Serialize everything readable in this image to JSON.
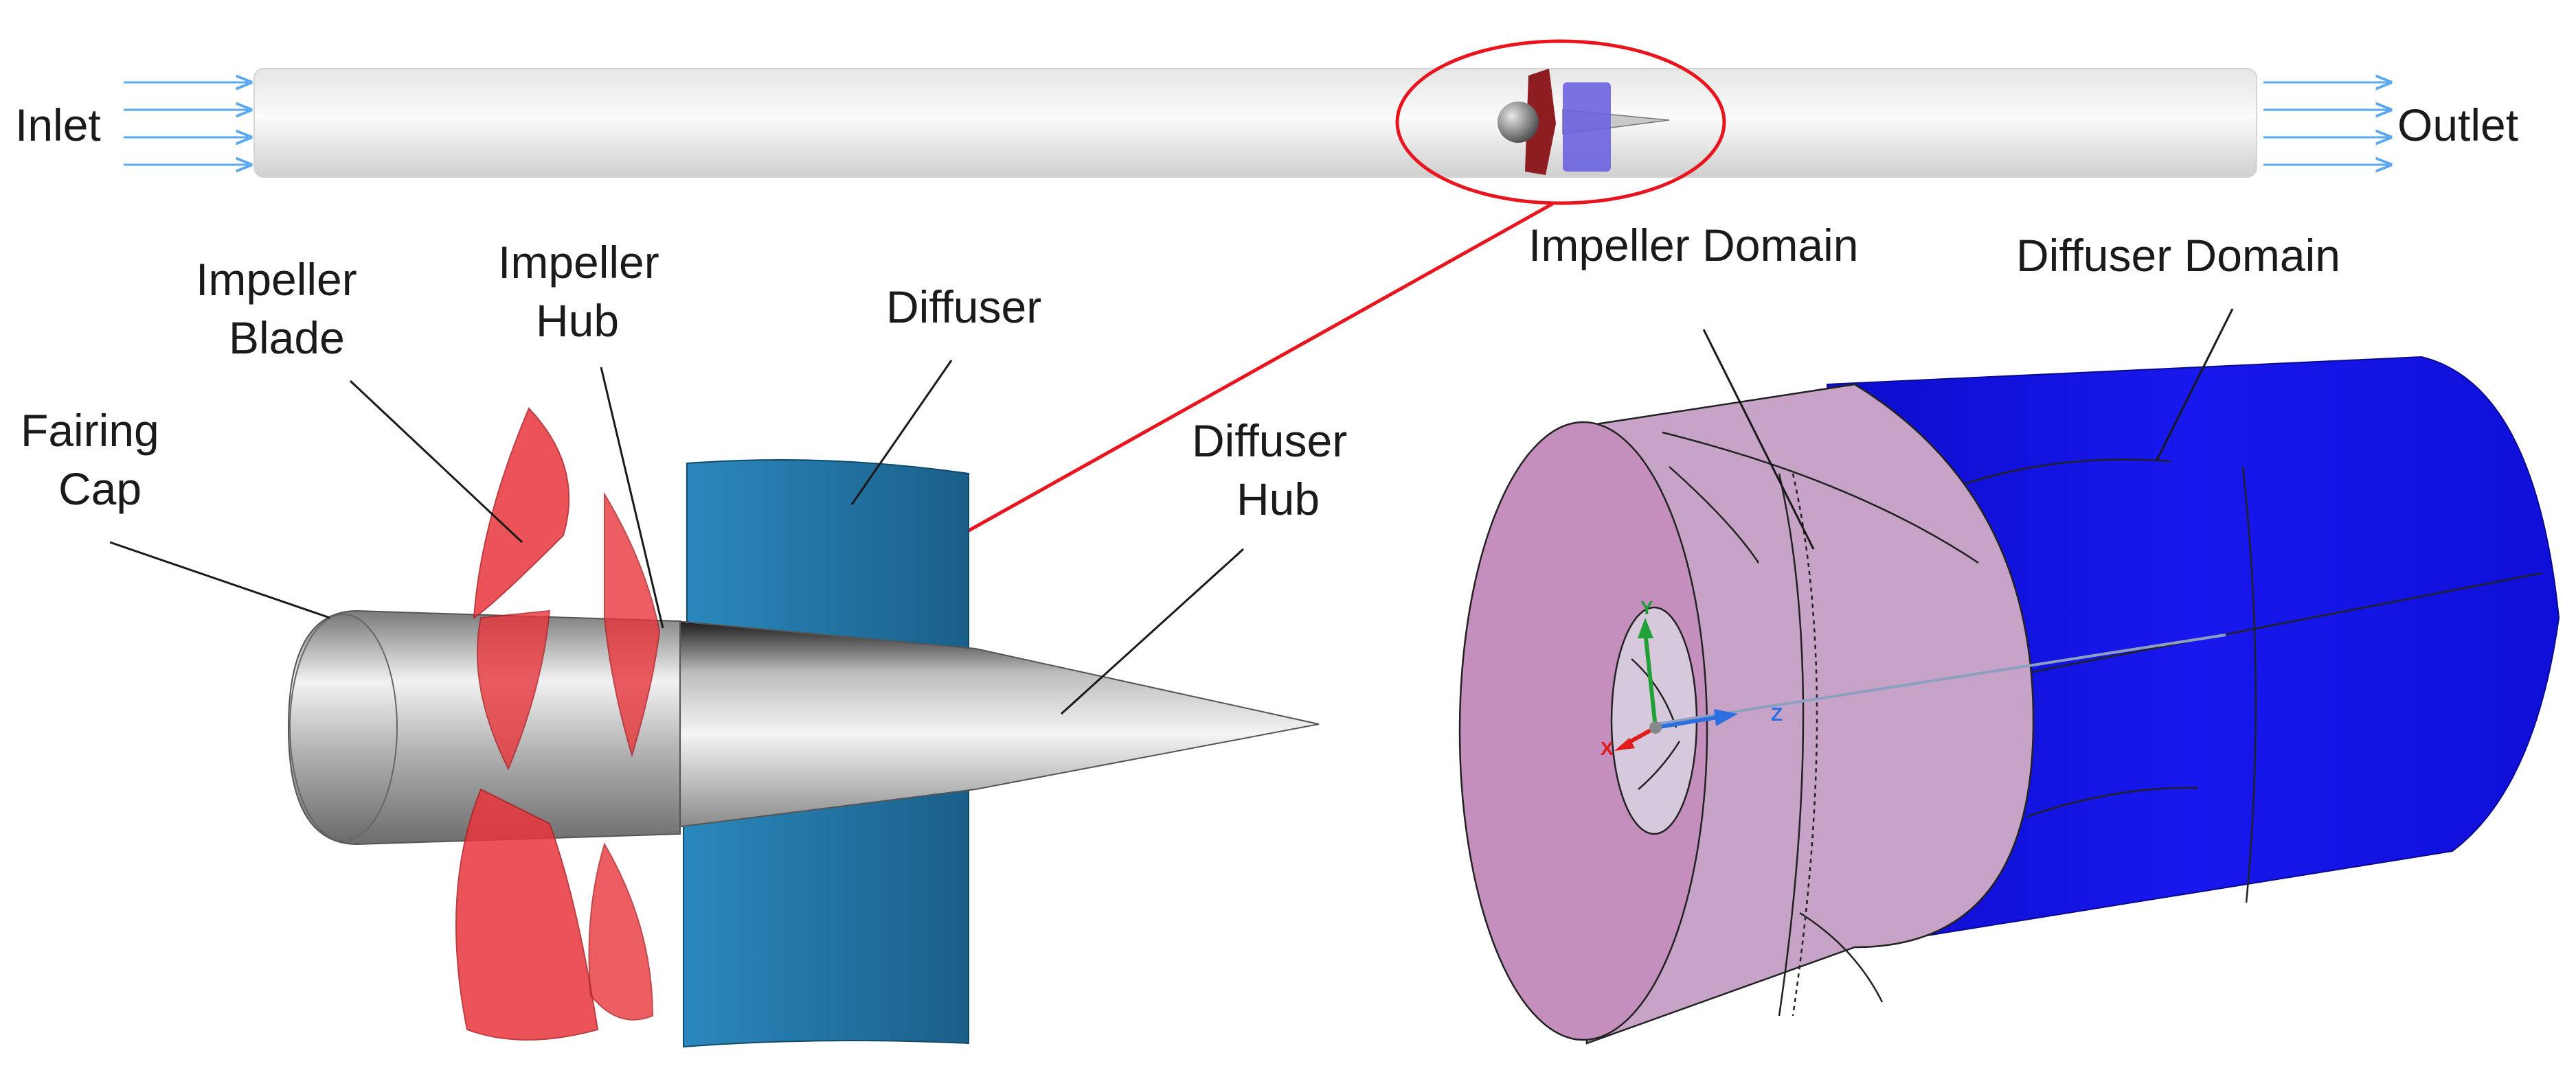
{
  "flow": {
    "inlet_label": "Inlet",
    "outlet_label": "Outlet"
  },
  "components": {
    "fairing_cap": [
      "Fairing",
      "Cap"
    ],
    "impeller_blade": [
      "Impeller",
      "Blade"
    ],
    "impeller_hub": [
      "Impeller",
      "Hub"
    ],
    "diffuser": "Diffuser",
    "diffuser_hub": [
      "Diffuser",
      "Hub"
    ]
  },
  "domains": {
    "impeller_domain": "Impeller Domain",
    "diffuser_domain": "Diffuser Domain"
  },
  "axes": {
    "x": "X",
    "y": "Y",
    "z": "Z"
  },
  "colors": {
    "impeller": "#e8363c",
    "diffuser_blade": "#1f6f9e",
    "hub_gray": "#a9a9a9",
    "impeller_domain": "#c7a3c8",
    "diffuser_domain": "#1414e6",
    "callout": "#e8141e",
    "flow_arrow": "#5aa9f0"
  }
}
